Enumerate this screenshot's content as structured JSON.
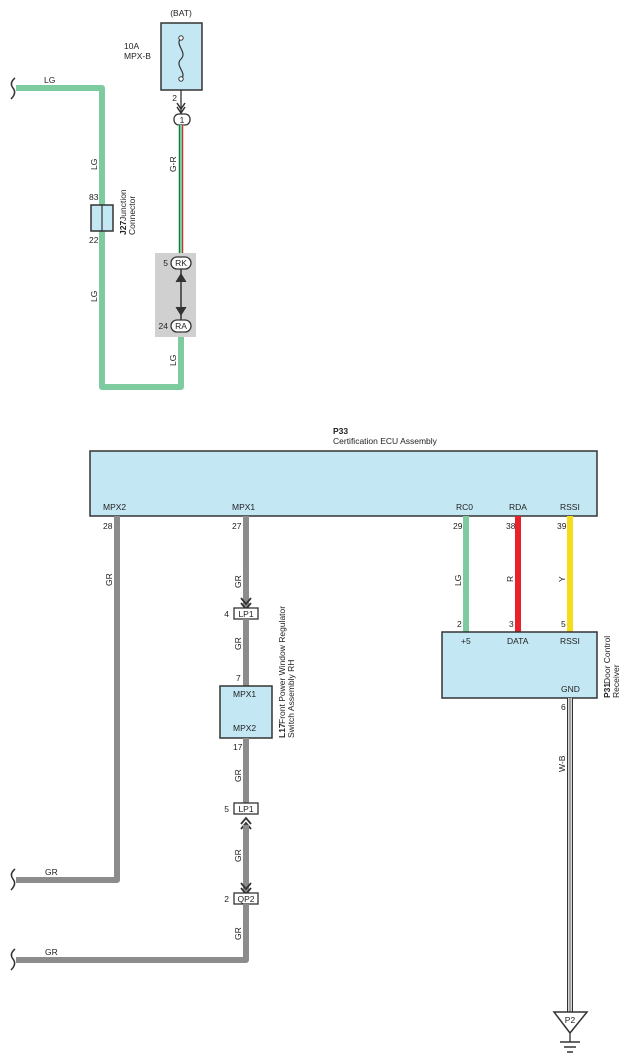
{
  "fuse": {
    "source": "(BAT)",
    "rating": "10A",
    "name": "MPX-B",
    "pin_out": "2",
    "connector": "1"
  },
  "junction": {
    "code": "J27",
    "name_line1": "Junction",
    "name_line2": "Connector",
    "pin_top": "83",
    "pin_bottom": "22"
  },
  "top_wires": {
    "lg_left": "LG",
    "lg_vertical_1": "LG",
    "lg_vertical_2": "LG",
    "gr_fuse": "G-R",
    "lg_ra": "LG"
  },
  "inline_connectors": {
    "rk": {
      "label": "RK",
      "pin": "5"
    },
    "ra": {
      "label": "RA",
      "pin": "24"
    }
  },
  "ecu": {
    "code": "P33",
    "name": "Certification ECU Assembly",
    "pins": {
      "mpx2": {
        "name": "MPX2",
        "num": "28"
      },
      "mpx1": {
        "name": "MPX1",
        "num": "27"
      },
      "rco": {
        "name": "RC0",
        "num": "29"
      },
      "rda": {
        "name": "RDA",
        "num": "38"
      },
      "rssi": {
        "name": "RSSI",
        "num": "39"
      }
    }
  },
  "switch": {
    "code": "L17",
    "name_line1": "Front Power Window Regulator",
    "name_line2": "Switch Assembly RH",
    "pin_in_name": "MPX1",
    "pin_in_num": "7",
    "pin_out_name": "MPX2",
    "pin_out_num": "17"
  },
  "receiver": {
    "code": "P31",
    "name_line1": "Door Control",
    "name_line2": "Receiver",
    "pin_plus": {
      "name": "+5",
      "num": "2"
    },
    "pin_data": {
      "name": "DATA",
      "num": "3"
    },
    "pin_rssi": {
      "name": "RSSI",
      "num": "5"
    },
    "pin_gnd": {
      "name": "GND",
      "num": "6"
    }
  },
  "connectors": {
    "lp1_a": {
      "label": "LP1",
      "pin": "4"
    },
    "lp1_b": {
      "label": "LP1",
      "pin": "5"
    },
    "qp2": {
      "label": "QP2",
      "pin": "2"
    }
  },
  "bottom_wires": {
    "gr_mpx2": "GR",
    "gr_mpx1": "GR",
    "gr_lp1_a": "GR",
    "gr_sw_out": "GR",
    "gr_lp1_b": "GR",
    "gr_qp2": "GR",
    "gr_left_1": "GR",
    "gr_left_2": "GR",
    "lg_rco": "LG",
    "r_rda": "R",
    "y_rssi": "Y",
    "wb_gnd": "W-B"
  },
  "ground": {
    "label": "P2"
  },
  "colors": {
    "lg": "#7ecba0",
    "gr": "#8c8c8e",
    "red": "#e8212b",
    "yellow": "#f5dd1a",
    "box_fill": "#c4e7f4",
    "splice_bg": "#d0d0d0",
    "green_stripe": "#0f7a3a"
  }
}
